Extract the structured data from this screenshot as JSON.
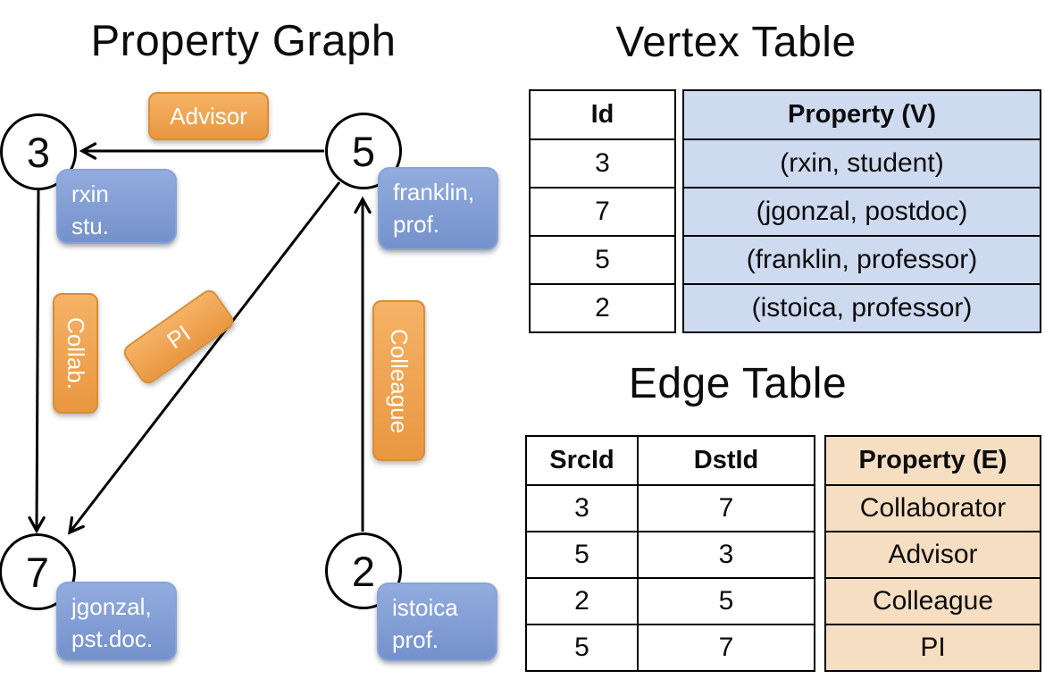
{
  "titles": {
    "graph": "Property Graph",
    "vertex_table": "Vertex Table",
    "edge_table": "Edge Table"
  },
  "graph": {
    "nodes": [
      {
        "id": "3",
        "label_line1": "rxin",
        "label_line2": "stu."
      },
      {
        "id": "5",
        "label_line1": "franklin,",
        "label_line2": "prof."
      },
      {
        "id": "7",
        "label_line1": "jgonzal,",
        "label_line2": "pst.doc."
      },
      {
        "id": "2",
        "label_line1": "istoica",
        "label_line2": "prof."
      }
    ],
    "edge_labels": {
      "advisor": "Advisor",
      "collab": "Collab.",
      "pi": "PI",
      "colleague": "Colleague"
    }
  },
  "vertex_table": {
    "headers": {
      "id": "Id",
      "property": "Property (V)"
    },
    "rows": [
      {
        "id": "3",
        "property": "(rxin, student)"
      },
      {
        "id": "7",
        "property": "(jgonzal, postdoc)"
      },
      {
        "id": "5",
        "property": "(franklin, professor)"
      },
      {
        "id": "2",
        "property": "(istoica, professor)"
      }
    ]
  },
  "edge_table": {
    "headers": {
      "src": "SrcId",
      "dst": "DstId",
      "property": "Property (E)"
    },
    "rows": [
      {
        "src": "3",
        "dst": "7",
        "property": "Collaborator"
      },
      {
        "src": "5",
        "dst": "3",
        "property": "Advisor"
      },
      {
        "src": "2",
        "dst": "5",
        "property": "Colleague"
      },
      {
        "src": "5",
        "dst": "7",
        "property": "PI"
      }
    ]
  },
  "colors": {
    "orange_top": "#F5B266",
    "orange_bottom": "#E99740",
    "orange_border": "#D98E33",
    "blue_top": "#92ACDE",
    "blue_bottom": "#7491CB",
    "blue_border": "#87A3D8",
    "vertex_cell_bg": "#CEDAF0",
    "edge_cell_bg": "#F6DEC2",
    "line_color": "#000000"
  }
}
